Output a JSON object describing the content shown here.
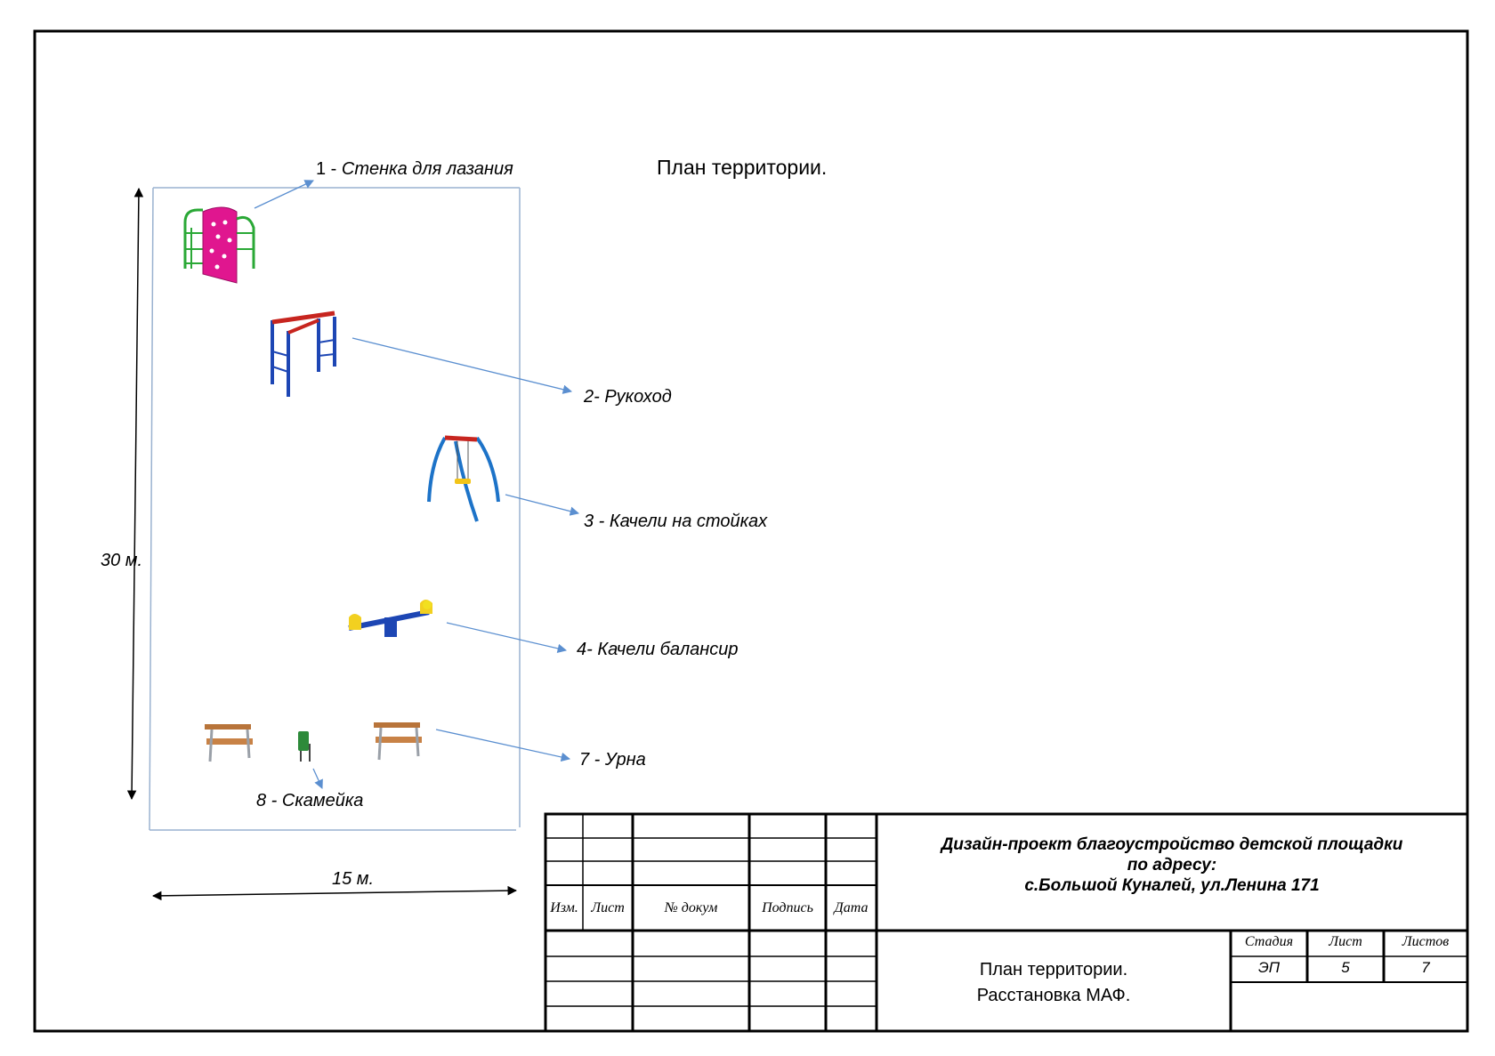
{
  "drawing": {
    "title": "План территории.",
    "dimension_height": "30 м.",
    "dimension_width": "15 м."
  },
  "items": [
    {
      "label": "1 - ",
      "name": "Стенка для лазания"
    },
    {
      "label": "2-  Рукоход"
    },
    {
      "label": "3 - Качели на стойках"
    },
    {
      "label": "4- Качели балансир"
    },
    {
      "label": "7 - Урна"
    },
    {
      "label": "8 -  Скамейка"
    }
  ],
  "title_block": {
    "headers": [
      "Изм.",
      "Лист",
      "№ докум",
      "Подпись",
      "Дата"
    ],
    "project_lines": [
      "Дизайн-проект благоустройство детской площадки",
      "по адресу:",
      "с.Большой Куналей, ул.Ленина 171"
    ],
    "sheet_title_lines": [
      "План территории.",
      "Расстановка МАФ."
    ],
    "stage_label": "Стадия",
    "sheet_label": "Лист",
    "sheets_label": "Листов",
    "stage_value": "ЭП",
    "sheet_value": "5",
    "sheets_value": "7"
  }
}
